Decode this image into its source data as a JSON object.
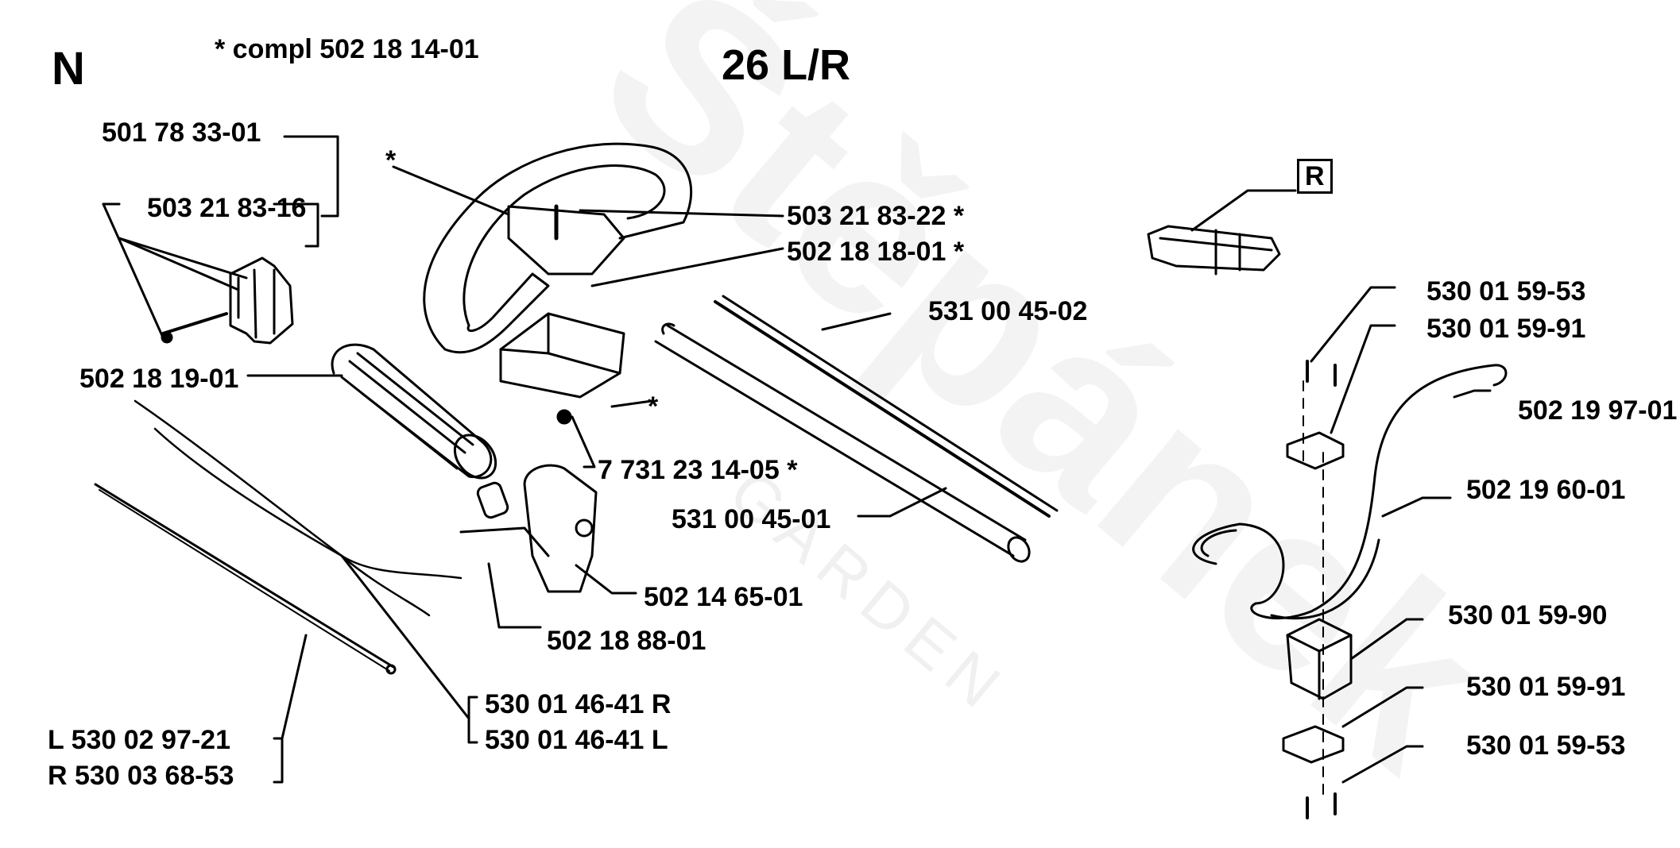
{
  "header": {
    "section": "N",
    "model": "26 L/R",
    "note": "*  compl 502 18 14-01"
  },
  "watermark": {
    "brand": "Štěpánek",
    "sub": "GARDEN"
  },
  "labels": {
    "p_501_78_33_01": "501 78 33-01",
    "p_503_21_83_16": "503 21 83-16",
    "star_top": "*",
    "p_503_21_83_22": "503 21 83-22  *",
    "p_502_18_18_01": "502 18 18-01  *",
    "p_531_00_45_02": "531 00 45-02",
    "p_502_18_19_01": "502 18 19-01",
    "star_mid": "*",
    "p_7_731_23_14_05": "7  731 23 14-05  *",
    "p_531_00_45_01": "531 00 45-01",
    "p_502_14_65_01": "502 14 65-01",
    "p_502_18_88_01": "502 18 88-01",
    "p_530_01_46_41_R": "530 01 46-41 R",
    "p_530_01_46_41_L": "530 01 46-41 L",
    "p_L_530_02_97_21": "L 530 02 97-21",
    "p_R_530_03_68_53": "R 530 03 68-53",
    "r_marker": "R",
    "p_530_01_59_53_top": "530 01 59-53",
    "p_530_01_59_91_top": "530 01 59-91",
    "p_502_19_97_01": "502 19 97-01",
    "p_502_19_60_01": "502 19 60-01",
    "p_530_01_59_90": "530 01 59-90",
    "p_530_01_59_91_bot": "530 01 59-91",
    "p_530_01_59_53_bot": "530 01 59-53"
  }
}
